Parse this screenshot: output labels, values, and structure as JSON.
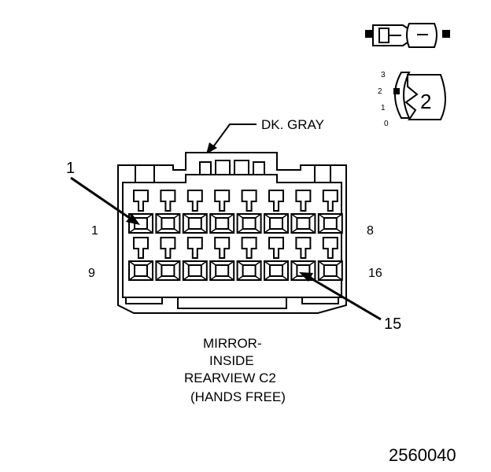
{
  "connector_color": "DK. GRAY",
  "pin_labels": {
    "top_left": "1",
    "top_right": "8",
    "bottom_left": "9",
    "bottom_right": "16"
  },
  "callouts": {
    "pin_1": "1",
    "pin_15": "15"
  },
  "title_lines": [
    "MIRROR-",
    "INSIDE",
    "REARVIEW C2",
    "(HANDS FREE)"
  ],
  "key_view": {
    "position_label": "2",
    "scale": [
      "3",
      "2",
      "1",
      "0"
    ]
  },
  "figure_number": "2560040",
  "colors": {
    "line": "#000000",
    "background": "#ffffff"
  }
}
